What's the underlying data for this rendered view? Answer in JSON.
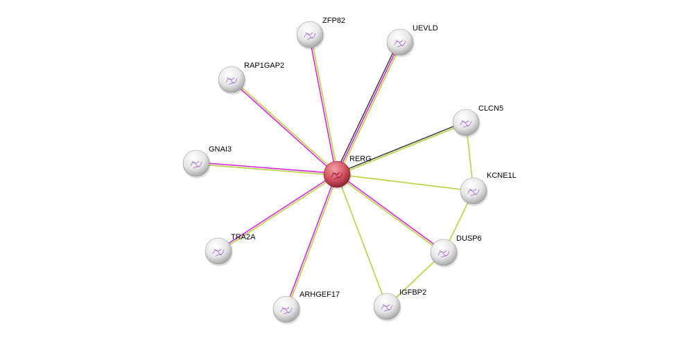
{
  "network": {
    "center": "RERG",
    "nodes": [
      {
        "id": "RERG",
        "label": "RERG",
        "query": true
      },
      {
        "id": "ZFP82",
        "label": "ZFP82"
      },
      {
        "id": "UEVLD",
        "label": "UEVLD"
      },
      {
        "id": "RAP1GAP2",
        "label": "RAP1GAP2"
      },
      {
        "id": "CLCN5",
        "label": "CLCN5"
      },
      {
        "id": "GNAI3",
        "label": "GNAI3"
      },
      {
        "id": "KCNE1L",
        "label": "KCNE1L"
      },
      {
        "id": "TRA2A",
        "label": "TRA2A"
      },
      {
        "id": "DUSP6",
        "label": "DUSP6"
      },
      {
        "id": "ARHGEF17",
        "label": "ARHGEF17"
      },
      {
        "id": "IGFBP2",
        "label": "IGFBP2"
      }
    ],
    "edge_colors": {
      "coexpression": "#444444",
      "experiments": "#dd22dd",
      "textmining": "#b5d33a"
    },
    "edges": [
      {
        "from": "RERG",
        "to": "ZFP82",
        "evidence": [
          "experiments",
          "textmining"
        ]
      },
      {
        "from": "RERG",
        "to": "UEVLD",
        "evidence": [
          "coexpression",
          "experiments",
          "textmining"
        ]
      },
      {
        "from": "RERG",
        "to": "RAP1GAP2",
        "evidence": [
          "experiments",
          "textmining"
        ]
      },
      {
        "from": "RERG",
        "to": "CLCN5",
        "evidence": [
          "coexpression",
          "textmining"
        ]
      },
      {
        "from": "RERG",
        "to": "GNAI3",
        "evidence": [
          "textmining",
          "experiments"
        ]
      },
      {
        "from": "RERG",
        "to": "KCNE1L",
        "evidence": [
          "textmining"
        ]
      },
      {
        "from": "RERG",
        "to": "TRA2A",
        "evidence": [
          "textmining",
          "experiments"
        ]
      },
      {
        "from": "RERG",
        "to": "DUSP6",
        "evidence": [
          "experiments",
          "textmining"
        ]
      },
      {
        "from": "RERG",
        "to": "ARHGEF17",
        "evidence": [
          "textmining",
          "experiments"
        ]
      },
      {
        "from": "RERG",
        "to": "IGFBP2",
        "evidence": [
          "textmining"
        ]
      },
      {
        "from": "CLCN5",
        "to": "KCNE1L",
        "evidence": [
          "textmining"
        ]
      },
      {
        "from": "KCNE1L",
        "to": "DUSP6",
        "evidence": [
          "textmining"
        ]
      },
      {
        "from": "DUSP6",
        "to": "IGFBP2",
        "evidence": [
          "textmining"
        ]
      }
    ]
  }
}
